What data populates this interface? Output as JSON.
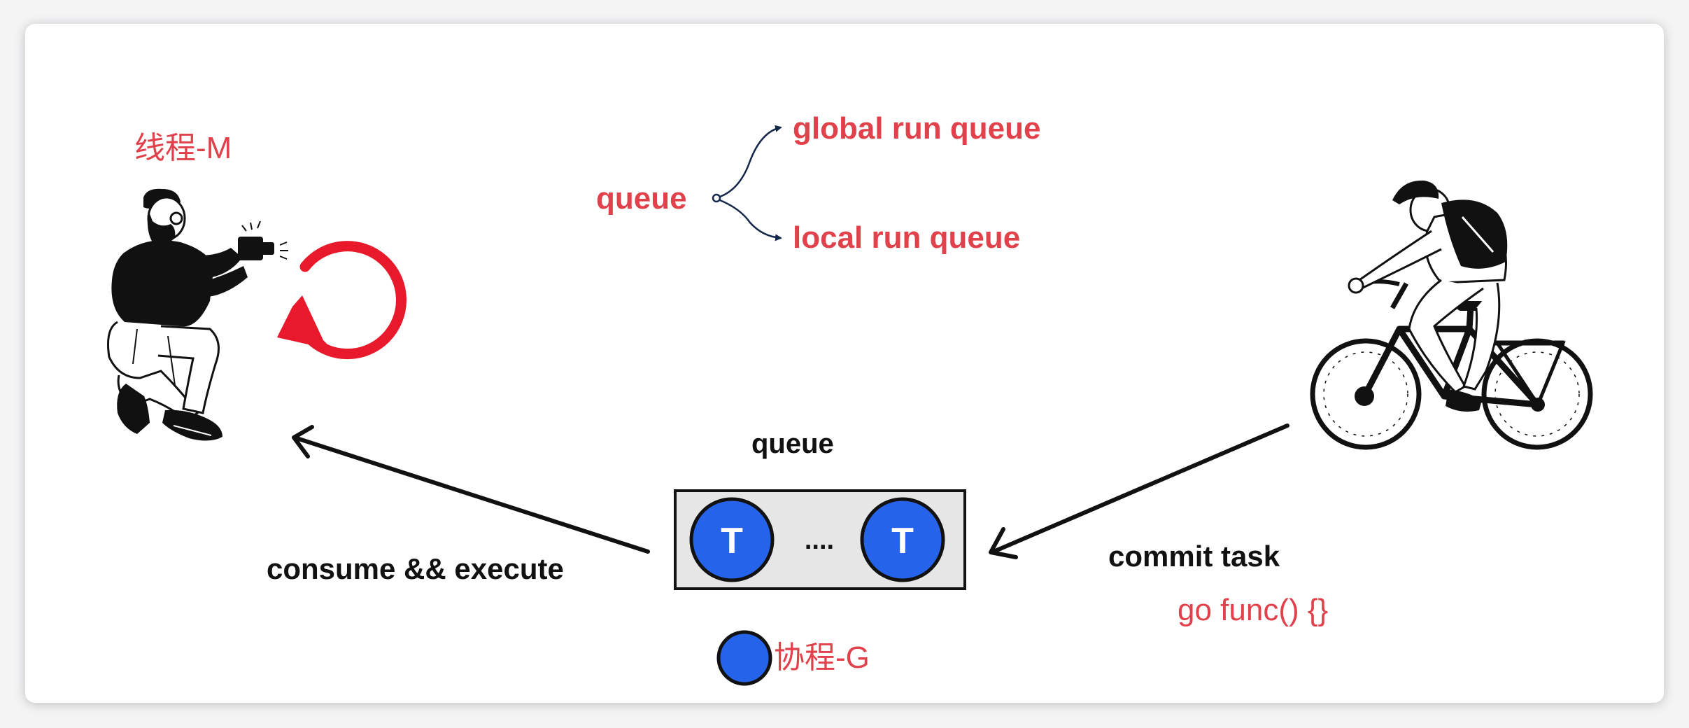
{
  "thread_label": "线程-M",
  "queue_tree": {
    "root": "queue",
    "branches": [
      "global run queue",
      "local run queue"
    ]
  },
  "queue_box": {
    "title": "queue",
    "task_token": "T",
    "ellipsis": "...."
  },
  "consume_label": "consume && execute",
  "commit_label": "commit task",
  "code_label": "go func() {}",
  "legend": {
    "goroutine_label": "协程-G"
  },
  "colors": {
    "accent_red": "#e0414a",
    "loop_red": "#e8192b",
    "token_blue": "#2563eb",
    "box_fill": "#e6e6e6",
    "tree_line": "#14284b"
  }
}
